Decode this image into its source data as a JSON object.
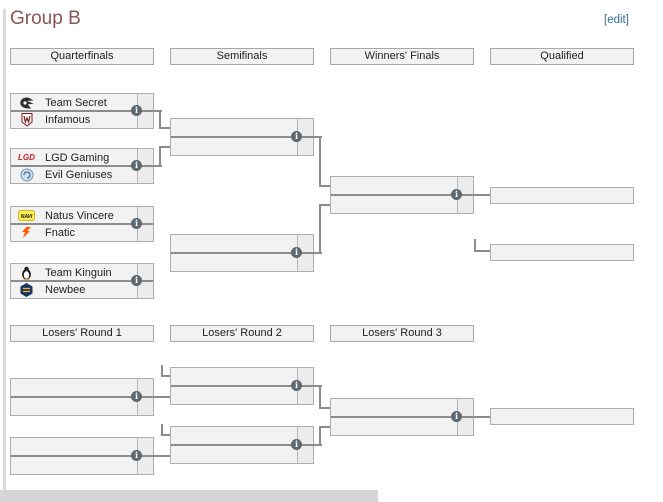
{
  "page": {
    "title": "Group B",
    "edit_link": "[edit]"
  },
  "icons": {
    "info": "i",
    "lgd_logo_text": "LGD",
    "navi_logo_text": "NAVI"
  },
  "bracket": {
    "winners": {
      "columns": [
        "Quarterfinals",
        "Semifinals",
        "Winners' Finals",
        "Qualified"
      ],
      "quarterfinals": [
        {
          "teams": [
            {
              "name": "Team Secret"
            },
            {
              "name": "Infamous"
            }
          ]
        },
        {
          "teams": [
            {
              "name": "LGD Gaming"
            },
            {
              "name": "Evil Geniuses"
            }
          ]
        },
        {
          "teams": [
            {
              "name": "Natus Vincere"
            },
            {
              "name": "Fnatic"
            }
          ]
        },
        {
          "teams": [
            {
              "name": "Team Kinguin"
            },
            {
              "name": "Newbee"
            }
          ]
        }
      ],
      "semifinals_count": 2,
      "winners_finals_count": 1,
      "qualified_slots": 2
    },
    "losers": {
      "columns": [
        "Losers' Round 1",
        "Losers' Round 2",
        "Losers' Round 3"
      ],
      "round1_count": 2,
      "round2_count": 2,
      "round3_count": 1,
      "advance_slots": 1
    }
  },
  "colors": {
    "title": "#8a5454",
    "edit_link": "#366b8e",
    "connector": "#8c8c8c",
    "box_bg": "#f2f2f2",
    "box_border": "#adadad",
    "info_icon_bg": "#5d686f"
  }
}
